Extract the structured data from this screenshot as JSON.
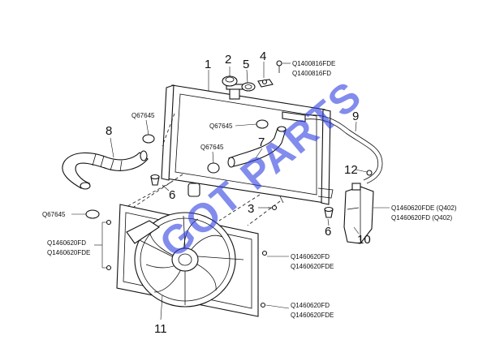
{
  "callouts": {
    "n1": "1",
    "n2": "2",
    "n3": "3",
    "n4": "4",
    "n5": "5",
    "n6a": "6",
    "n6b": "6",
    "n7": "7",
    "n8": "8",
    "n9": "9",
    "n10": "10",
    "n11": "11",
    "n12": "12"
  },
  "part_numbers": {
    "bolt_4_a": "Q1400816FDE",
    "bolt_4_b": "Q1400816FD",
    "clamp_top": "Q67645",
    "clamp_mid1": "Q67645",
    "clamp_mid2": "Q67645",
    "clamp_left": "Q67645",
    "reservoir_a": "Q1460620FDE (Q402)",
    "reservoir_b": "Q1460620FD (Q402)",
    "fan_left_a": "Q1460620FD",
    "fan_left_b": "Q1460620FDE",
    "fan_right_a": "Q1460620FD",
    "fan_right_b": "Q1460620FDE",
    "fan_bottom_a": "Q1460620FD",
    "fan_bottom_b": "Q1460620FDE"
  },
  "watermark": "GOT PARTS",
  "colors": {
    "line": "#111111",
    "watermark": "#2f3fe0",
    "background": "#ffffff"
  }
}
